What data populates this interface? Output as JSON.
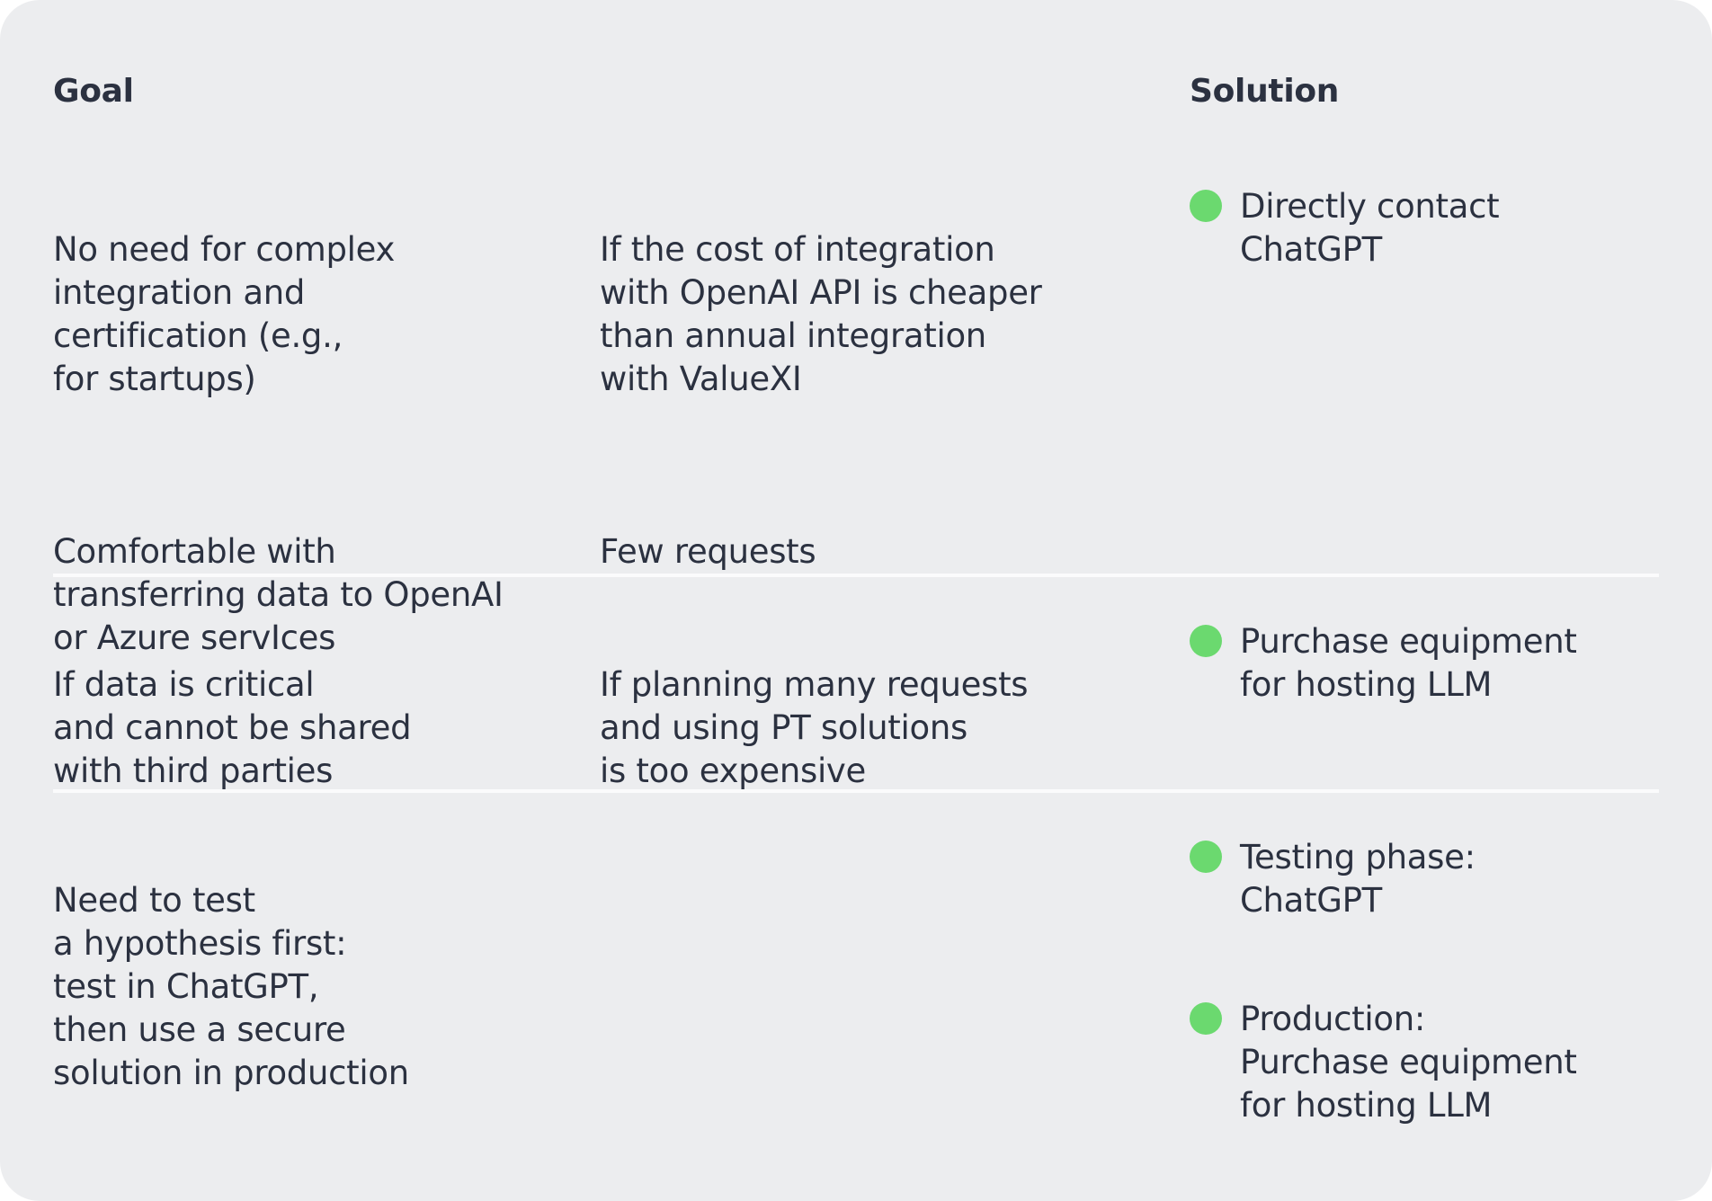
{
  "headers": {
    "goal": "Goal",
    "solution": "Solution"
  },
  "rows": [
    {
      "goal": [
        "No need for complex\nintegration and\ncertification (e.g.,\nfor startups)",
        "Comfortable with\ntransferring data to OpenAI\nor Azure servIces"
      ],
      "condition": [
        "If the cost of integration\nwith OpenAI API is cheaper\nthan annual integration\nwith ValueXI",
        "Few requests"
      ],
      "solutions": [
        "Directly contact\nChatGPT"
      ]
    },
    {
      "goal": [
        "If data is critical\nand cannot be shared\nwith third parties"
      ],
      "condition": [
        "If planning many requests\nand using PT solutions\nis too expensive"
      ],
      "solutions": [
        "Purchase equipment\nfor hosting LLM"
      ]
    },
    {
      "goal": [
        "Need to test\na hypothesis first:\ntest in ChatGPT,\nthen use a secure\nsolution in production"
      ],
      "condition": [],
      "solutions": [
        "Testing phase:\nChatGPT",
        "Production:\nPurchase equipment\nfor hosting LLM"
      ]
    }
  ],
  "colors": {
    "background": "#ecedef",
    "text": "#2b3140",
    "bullet": "#6bd96f",
    "divider": "#fbfbfc"
  },
  "icons": {
    "bullet": "green-dot-icon"
  }
}
